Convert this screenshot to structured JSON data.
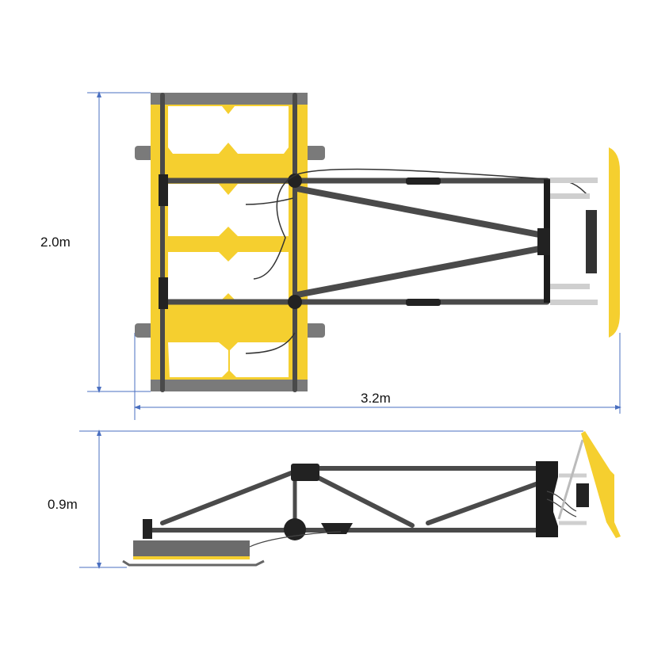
{
  "dimensions": {
    "width_label": "2.0m",
    "length_label": "3.2m",
    "height_label": "0.9m"
  },
  "colors": {
    "dimension_line": "#4a6fc0",
    "frame_yellow": "#f5cf2f",
    "pad_gray": "#7a7a7a",
    "tube_dark": "#4a4a4a",
    "bracket_black": "#1c1c1c"
  }
}
